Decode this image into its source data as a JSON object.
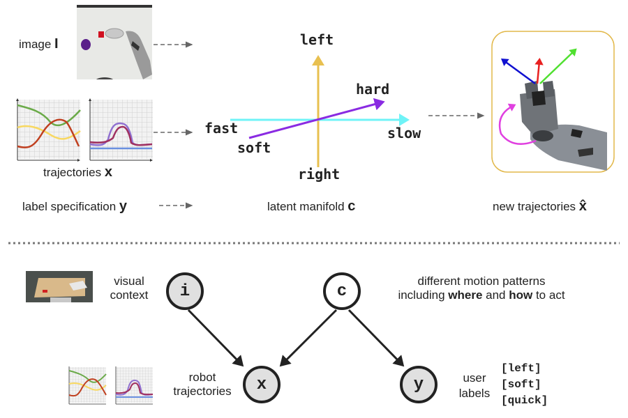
{
  "top": {
    "image_label": {
      "text": "image ",
      "symbol": "I"
    },
    "trajectories_label": {
      "text": "trajectories ",
      "symbol": "x"
    },
    "label_spec": {
      "text": "label specification ",
      "symbol": "y"
    },
    "manifold_label": {
      "text": "latent manifold ",
      "symbol": "c"
    },
    "new_traj_label": {
      "text": "new trajectories ",
      "symbol": "x̂"
    },
    "axes": {
      "up": "left",
      "down": "right",
      "left": "fast",
      "right": "slow",
      "diag_end": "hard",
      "diag_start": "soft"
    },
    "colors": {
      "vertical_axis": "#E8C050",
      "horizontal_axis": "#6FF3F7",
      "diagonal_axis": "#8A2BE2",
      "frame": "#E2B84A",
      "arrow_blue": "#1010D0",
      "arrow_red": "#E82020",
      "arrow_green": "#50E030",
      "rotation": "#E040E0"
    }
  },
  "bottom": {
    "visual_context": [
      "visual",
      "context"
    ],
    "robot_trajectories": [
      "robot",
      "trajectories"
    ],
    "motion_patterns": {
      "line1": "different motion patterns",
      "line2_a": "including ",
      "line2_b": "where",
      "line2_c": " and ",
      "line2_d": "how",
      "line2_e": " to act"
    },
    "user_labels": [
      "user",
      "labels"
    ],
    "label_tags": [
      "[left]",
      "[soft]",
      "[quick]"
    ],
    "nodes": {
      "i": "i",
      "c": "c",
      "x": "x",
      "y": "y"
    }
  }
}
